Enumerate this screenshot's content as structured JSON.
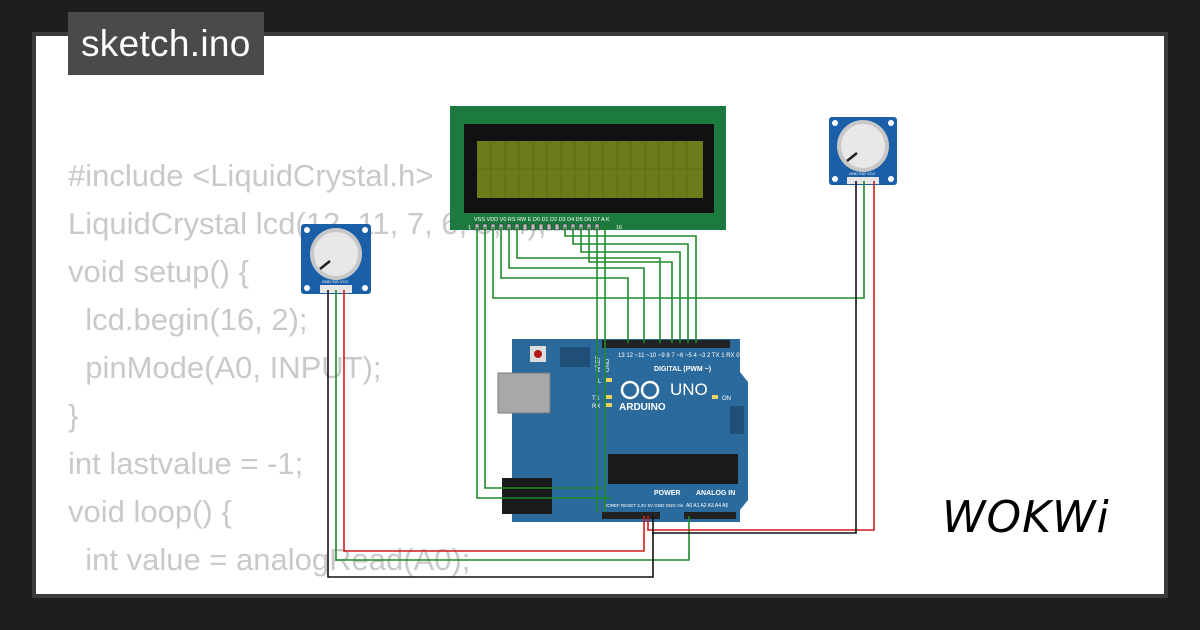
{
  "title": "sketch.ino",
  "code_lines": [
    "#include <LiquidCrystal.h>",
    "LiquidCrystal lcd(12, 11, 7, 6, 5, 4);",
    "void setup() {",
    "  lcd.begin(16, 2);",
    "  pinMode(A0, INPUT);",
    "}",
    "",
    "int lastvalue = -1;",
    "void loop() {",
    "  int value = analogRead(A0);"
  ],
  "lcd": {
    "pin_labels": "VSS VDD V0 RS RW E D0 D1 D2 D3 D4 D5 D6 D7 A K",
    "pin_first": "1",
    "pin_last": "16"
  },
  "potentiometer": {
    "pin_labels": "GND SIG VCC"
  },
  "arduino": {
    "brand": "ARDUINO",
    "model": "UNO",
    "digital_label": "DIGITAL (PWM ~)",
    "power_label": "POWER",
    "analog_label": "ANALOG IN",
    "aref": "AREF",
    "gnd": "GND",
    "on_label": "ON",
    "led_l": "L",
    "led_tx": "TX",
    "led_rx": "RX",
    "digital_pins": "13 12 ~11 ~10 ~9 8 7 ~6 ~5 4 ~3 2 TX 1 RX 0",
    "power_pins": "IOREF RESET 3.3V 5V GND GND Vin",
    "analog_pins": "A0 A1 A2 A3 A4 A5"
  },
  "logo_text": "WOKWi",
  "colors": {
    "background": "#1e1e1e",
    "frame": "#3b3b3b",
    "canvas": "#ffffff",
    "code_text": "#c9c9c9",
    "lcd_board": "#1c7a3e",
    "lcd_screen": "#6b7c1a",
    "arduino_board": "#2b6a9c",
    "pot_board": "#1b5fa8",
    "wire_green": "#1f8a2a",
    "wire_red": "#d11a1a",
    "wire_black": "#111111"
  }
}
